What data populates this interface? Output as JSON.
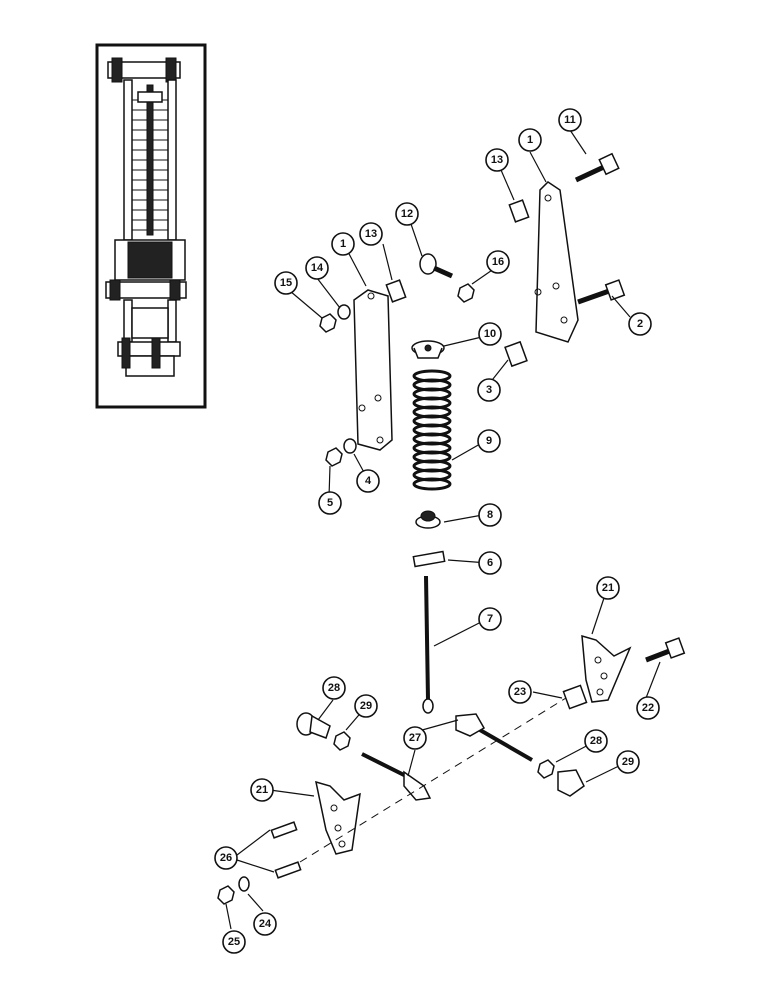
{
  "callouts": {
    "c1a": "1",
    "c1b": "1",
    "c2": "2",
    "c3": "3",
    "c4": "4",
    "c5": "5",
    "c6": "6",
    "c7": "7",
    "c8": "8",
    "c9": "9",
    "c10": "10",
    "c11": "11",
    "c12": "12",
    "c13a": "13",
    "c13b": "13",
    "c14": "14",
    "c15": "15",
    "c16": "16",
    "c21a": "21",
    "c21b": "21",
    "c22": "22",
    "c23": "23",
    "c24": "24",
    "c25": "25",
    "c26": "26",
    "c27": "27",
    "c28a": "28",
    "c28b": "28",
    "c29a": "29",
    "c29b": "29"
  },
  "colors": {
    "ink": "#111111",
    "paper": "#ffffff"
  }
}
